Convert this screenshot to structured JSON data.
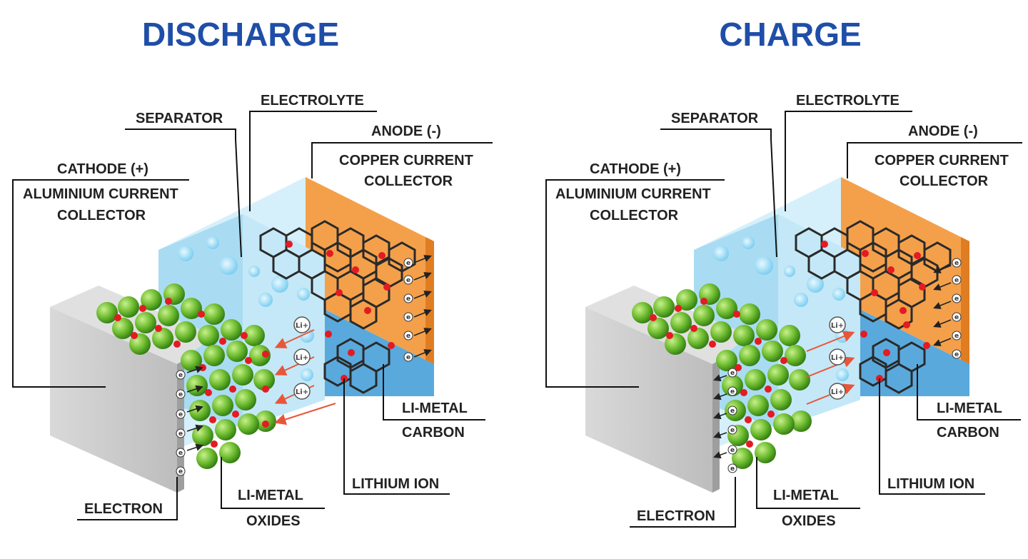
{
  "panels": [
    {
      "id": "discharge",
      "title": "DISCHARGE",
      "labels": {
        "separator": "SEPARATOR",
        "electrolyte": "ELECTROLYTE",
        "anode": "ANODE (-)",
        "copper_1": "COPPER CURRENT",
        "copper_2": "COLLECTOR",
        "cathode": "CATHODE (+)",
        "aluminium_1": "ALUMINIUM CURRENT",
        "aluminium_2": "COLLECTOR",
        "li_metal_carbon_1": "LI-METAL",
        "li_metal_carbon_2": "CARBON",
        "lithium_ion": "LITHIUM ION",
        "li_metal_oxides_1": "LI-METAL",
        "li_metal_oxides_2": "OXIDES",
        "electron": "ELECTRON"
      },
      "ion_direction": "to-cathode"
    },
    {
      "id": "charge",
      "title": "CHARGE",
      "labels": {
        "separator": "SEPARATOR",
        "electrolyte": "ELECTROLYTE",
        "anode": "ANODE (-)",
        "copper_1": "COPPER CURRENT",
        "copper_2": "COLLECTOR",
        "cathode": "CATHODE (+)",
        "aluminium_1": "ALUMINIUM CURRENT",
        "aluminium_2": "COLLECTOR",
        "li_metal_carbon_1": "LI-METAL",
        "li_metal_carbon_2": "CARBON",
        "lithium_ion": "LITHIUM ION",
        "li_metal_oxides_1": "LI-METAL",
        "li_metal_oxides_2": "OXIDES",
        "electron": "ELECTRON"
      },
      "ion_direction": "to-anode"
    }
  ],
  "markers": {
    "electron_symbol": "e",
    "lithium_ion_symbol": "Li+"
  },
  "colors": {
    "title": "#1f4ea8",
    "electrolyte": "#bfe6f7",
    "anode_copper": "#f4a04a",
    "cathode_aluminium": "#c9c9c9",
    "li_metal_oxide_sphere": "#7cc242",
    "lithium_ion_dot": "#e31b23",
    "ion_arrow": "#e8563a"
  }
}
